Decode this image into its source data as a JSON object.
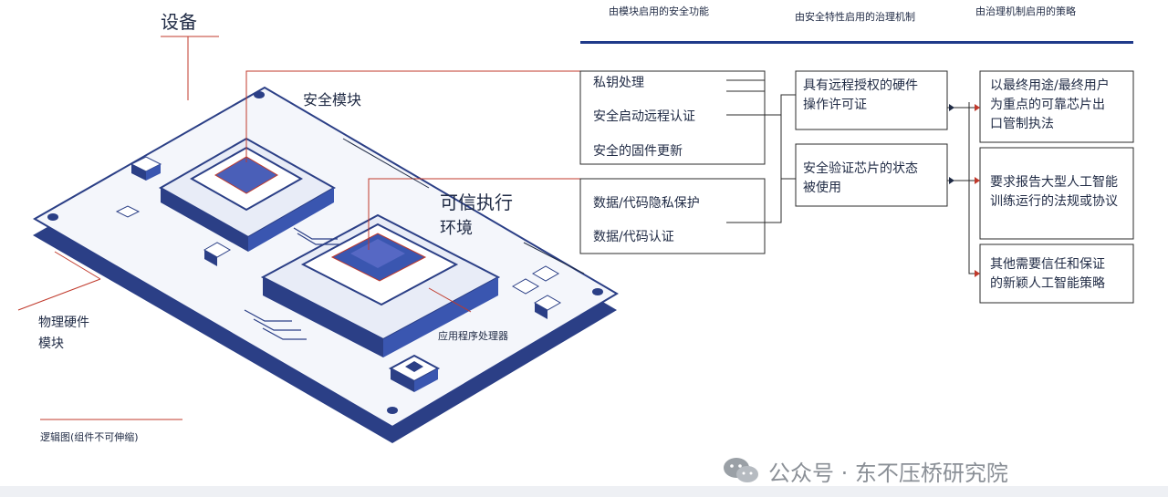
{
  "labels": {
    "device": "设备",
    "security_module": "安全模块",
    "tee_line1": "可信执行",
    "tee_line2": "环境",
    "physical_line1": "物理硬件",
    "physical_line2": "模块",
    "app_processor": "应用程序处理器",
    "logic_note": "逻辑图(组件不可伸缩)"
  },
  "headers": {
    "col1": "由模块启用的安全功能",
    "col2": "由安全特性启用的治理机制",
    "col3": "由治理机制启用的策略"
  },
  "col1_items": [
    "私钥处理",
    "安全启动远程认证",
    "安全的固件更新",
    "数据/代码隐私保护",
    "数据/代码认证"
  ],
  "col2_items": [
    {
      "line1": "具有远程授权的硬件",
      "line2": "操作许可证"
    },
    {
      "line1": "安全验证芯片的状态",
      "line2": "被使用"
    }
  ],
  "col3_items": [
    {
      "line1": "以最终用途/最终用户",
      "line2": "为重点的可靠芯片出",
      "line3": "口管制执法"
    },
    {
      "line1": "要求报告大型人工智能",
      "line2": "训练运行的法规或协议"
    },
    {
      "line1": "其他需要信任和保证",
      "line2": "的新颖人工智能策略"
    }
  ],
  "watermark": {
    "text": "公众号 · 东不压桥研究院",
    "icon": "wechat-icon"
  },
  "colors": {
    "navy": "#1f3a8a",
    "dark": "#1f2a44",
    "red": "#c0392b",
    "board": "#3a56b0"
  }
}
